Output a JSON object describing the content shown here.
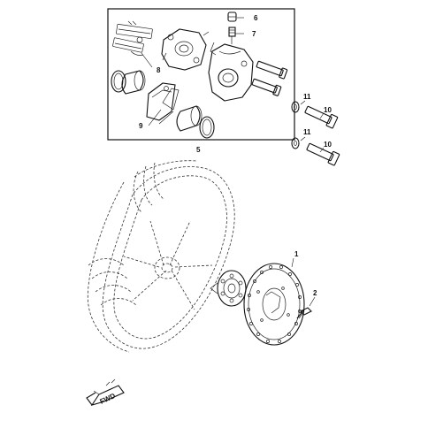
{
  "callouts": {
    "c1": "1",
    "c2": "2",
    "c5": "5",
    "c6": "6",
    "c7": "7",
    "c8": "8",
    "c9": "9",
    "c10a": "10",
    "c10b": "10",
    "c11a": "11",
    "c11b": "11"
  },
  "direction_label": "FWD",
  "icons": {
    "caliper": "brake-caliper-icon",
    "disc": "brake-disc-icon",
    "wheel": "wheel-icon",
    "hub": "hub-icon",
    "fwd_arrow": "arrow-icon"
  }
}
